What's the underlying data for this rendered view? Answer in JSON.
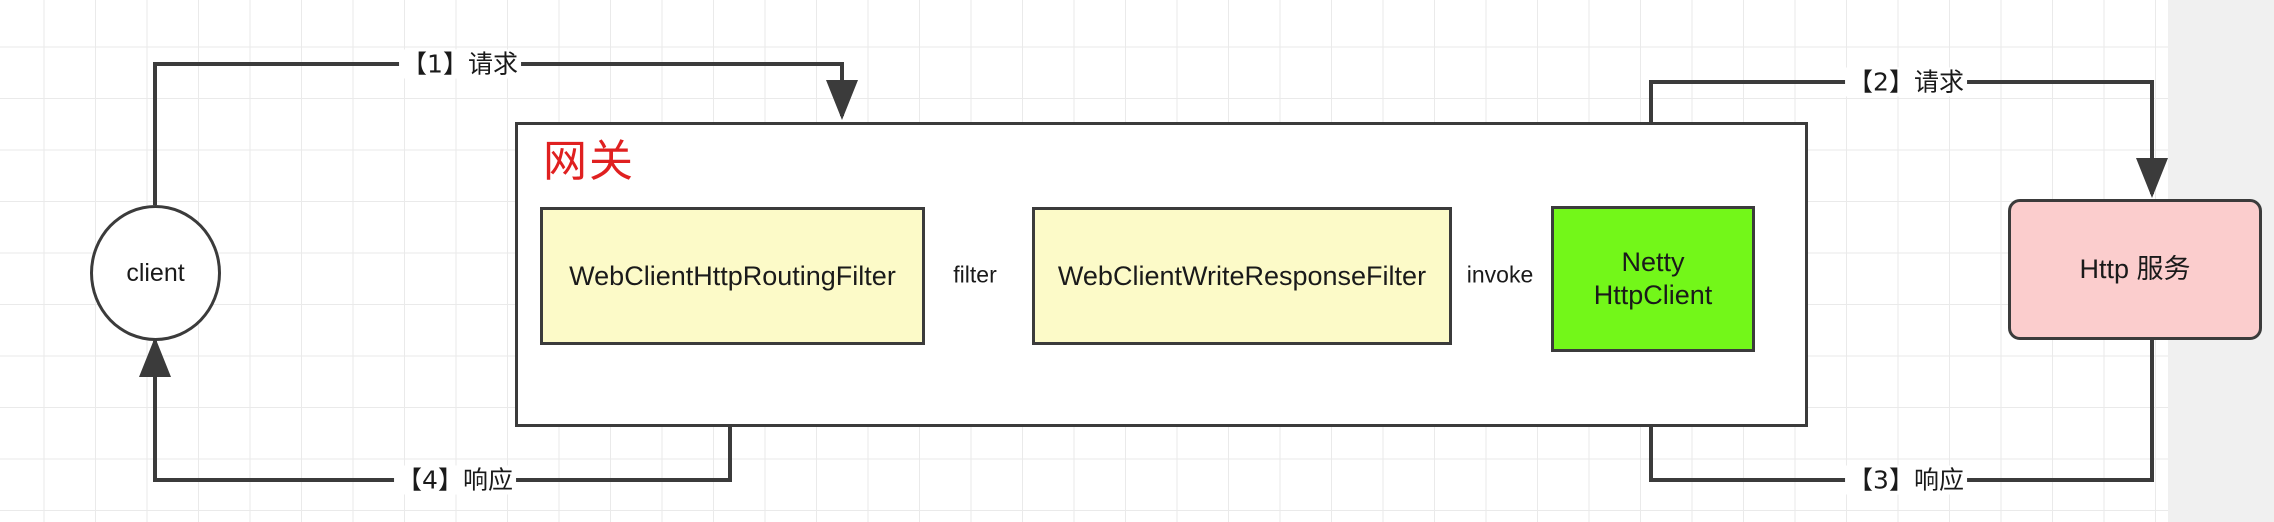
{
  "diagram": {
    "title_text": "网关",
    "title_color": "#e02020",
    "background_grid_color": "#eaeaea",
    "outside_color": "#f0f0f0",
    "stroke_color": "#3b3b3b"
  },
  "nodes": {
    "client": {
      "label": "client",
      "shape": "circle",
      "fill": "#ffffff"
    },
    "gateway": {
      "label": "网关",
      "shape": "container",
      "fill": "#ffffff"
    },
    "routing_filter": {
      "label": "WebClientHttpRoutingFilter",
      "shape": "rect",
      "fill": "#fcfac8"
    },
    "write_response_filter": {
      "label": "WebClientWriteResponseFilter",
      "shape": "rect",
      "fill": "#fcfac8"
    },
    "netty_http_client": {
      "label_line1": "Netty",
      "label_line2": "HttpClient",
      "shape": "rect",
      "fill": "#73f719"
    },
    "http_service": {
      "label": "Http 服务",
      "shape": "rounded-rect",
      "fill": "#fbcdcd"
    }
  },
  "edges": [
    {
      "id": "e1",
      "label": "【1】请求",
      "from": "client",
      "to": "gateway"
    },
    {
      "id": "e2",
      "label": "filter",
      "from": "routing_filter",
      "to": "write_response_filter"
    },
    {
      "id": "e3",
      "label": "invoke",
      "from": "write_response_filter",
      "to": "netty_http_client"
    },
    {
      "id": "e4",
      "label": "【2】请求",
      "from": "netty_http_client",
      "to": "http_service"
    },
    {
      "id": "e5",
      "label": "【3】响应",
      "from": "http_service",
      "to": "netty_http_client"
    },
    {
      "id": "e6",
      "label": "【4】响应",
      "from": "routing_filter",
      "to": "client"
    }
  ]
}
